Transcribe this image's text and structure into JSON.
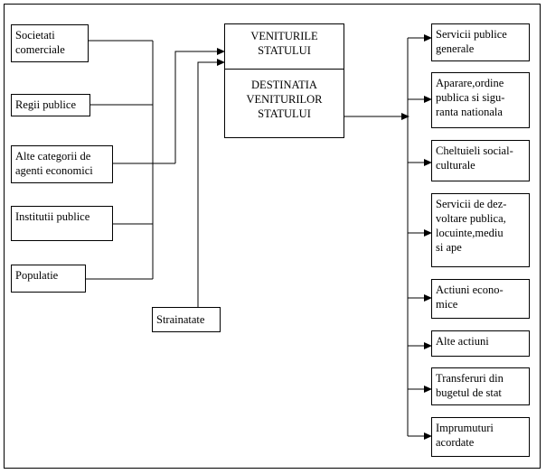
{
  "sources": [
    {
      "id": "src-1",
      "label": "Societati\ncomerciale"
    },
    {
      "id": "src-2",
      "label": "Regii publice"
    },
    {
      "id": "src-3",
      "label": "Alte categorii de\nagenti economici"
    },
    {
      "id": "src-4",
      "label": "Institutii publice"
    },
    {
      "id": "src-5",
      "label": "Populatie"
    }
  ],
  "foreign": {
    "label": "Strainatate"
  },
  "central": {
    "title": "VENITURILE\nSTATULUI",
    "subtitle": "DESTINATIA\nVENITURILOR\nSTATULUI"
  },
  "destinations": [
    {
      "id": "dst-1",
      "label": "Servicii publice\ngenerale"
    },
    {
      "id": "dst-2",
      "label": "Aparare,ordine\npublica si sigu-\nranta nationala"
    },
    {
      "id": "dst-3",
      "label": "Cheltuieli social-\nculturale"
    },
    {
      "id": "dst-4",
      "label": "Servicii de dez-\nvoltare publica,\nlocuinte,mediu\nsi ape"
    },
    {
      "id": "dst-5",
      "label": "Actiuni econo-\nmice"
    },
    {
      "id": "dst-6",
      "label": "Alte actiuni"
    },
    {
      "id": "dst-7",
      "label": "Transferuri din\nbugetul de stat"
    },
    {
      "id": "dst-8",
      "label": "Imprumuturi\nacordate"
    }
  ]
}
